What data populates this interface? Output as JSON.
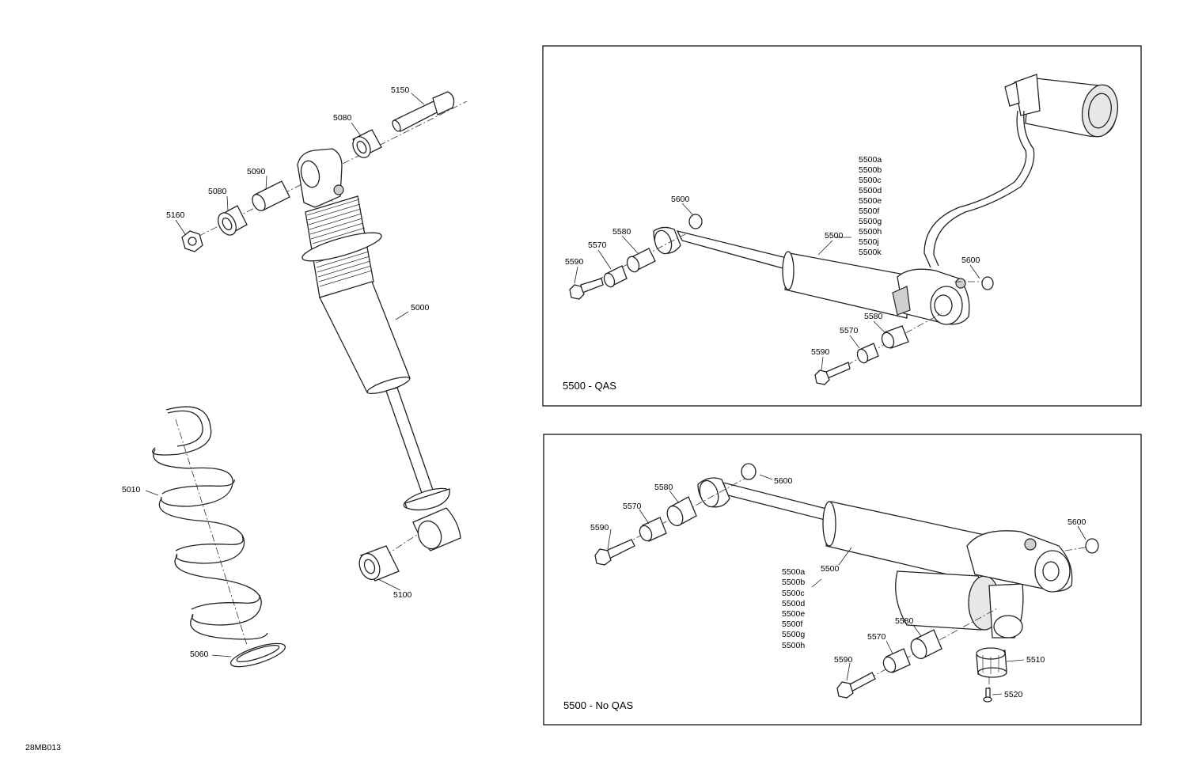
{
  "figure_code": "28MB013",
  "left": {
    "labels": [
      "5150",
      "5080",
      "5090",
      "5080",
      "5160",
      "5000",
      "5010",
      "5100",
      "5060"
    ]
  },
  "panel_qas": {
    "title": "5500 - QAS",
    "labels": [
      "5600",
      "5580",
      "5570",
      "5590",
      "5500",
      "5600",
      "5580",
      "5570",
      "5590"
    ],
    "variants": [
      "5500a",
      "5500b",
      "5500c",
      "5500d",
      "5500e",
      "5500f",
      "5500g",
      "5500h",
      "5500j",
      "5500k"
    ]
  },
  "panel_noqas": {
    "title": "5500 - No QAS",
    "labels": [
      "5600",
      "5580",
      "5570",
      "5590",
      "5500",
      "5600",
      "5580",
      "5570",
      "5590",
      "5510",
      "5520"
    ],
    "variants": [
      "5500a",
      "5500b",
      "5500c",
      "5500d",
      "5500e",
      "5500f",
      "5500g",
      "5500h"
    ]
  }
}
